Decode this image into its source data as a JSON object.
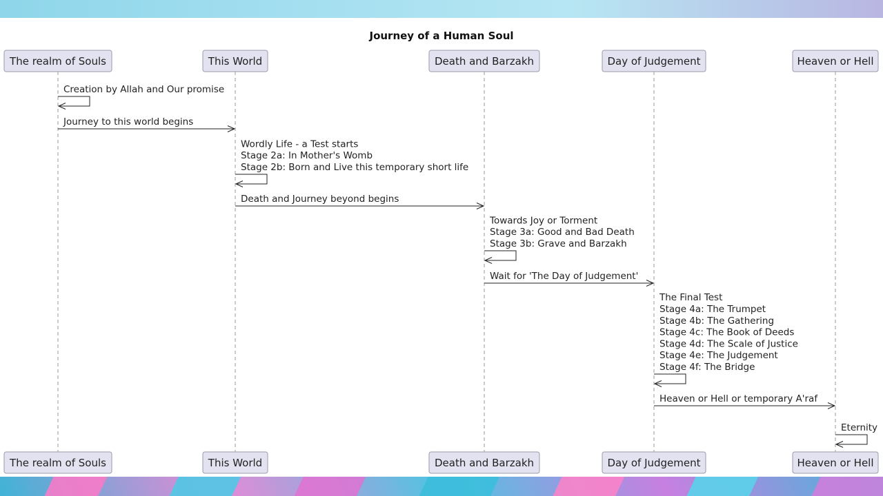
{
  "diagram": {
    "title": "Journey of a Human Soul",
    "participants": [
      {
        "label": "The realm of Souls"
      },
      {
        "label": "This World"
      },
      {
        "label": "Death and Barzakh"
      },
      {
        "label": "Day of Judgement"
      },
      {
        "label": "Heaven or Hell"
      }
    ],
    "messages": [
      {
        "from": 0,
        "to": 0,
        "lines": [
          "Creation by Allah and Our promise"
        ]
      },
      {
        "from": 0,
        "to": 1,
        "lines": [
          "Journey to this world begins"
        ]
      },
      {
        "from": 1,
        "to": 1,
        "lines": [
          "Wordly Life - a Test starts",
          " Stage 2a: In Mother's Womb",
          " Stage 2b: Born and Live this temporary short life"
        ]
      },
      {
        "from": 1,
        "to": 2,
        "lines": [
          "Death and Journey beyond begins"
        ]
      },
      {
        "from": 2,
        "to": 2,
        "lines": [
          "Towards Joy or Torment",
          " Stage 3a: Good and Bad Death",
          " Stage 3b: Grave and Barzakh"
        ]
      },
      {
        "from": 2,
        "to": 3,
        "lines": [
          "Wait for 'The Day of Judgement'"
        ]
      },
      {
        "from": 3,
        "to": 3,
        "lines": [
          "The Final Test",
          " Stage 4a: The Trumpet",
          " Stage 4b: The Gathering",
          " Stage 4c: The Book of Deeds",
          " Stage 4d: The Scale of Justice",
          " Stage 4e: The Judgement",
          " Stage 4f:  The Bridge"
        ]
      },
      {
        "from": 3,
        "to": 4,
        "lines": [
          "Heaven or Hell or temporary A'raf"
        ]
      },
      {
        "from": 4,
        "to": 4,
        "lines": [
          "Eternity"
        ]
      }
    ]
  }
}
